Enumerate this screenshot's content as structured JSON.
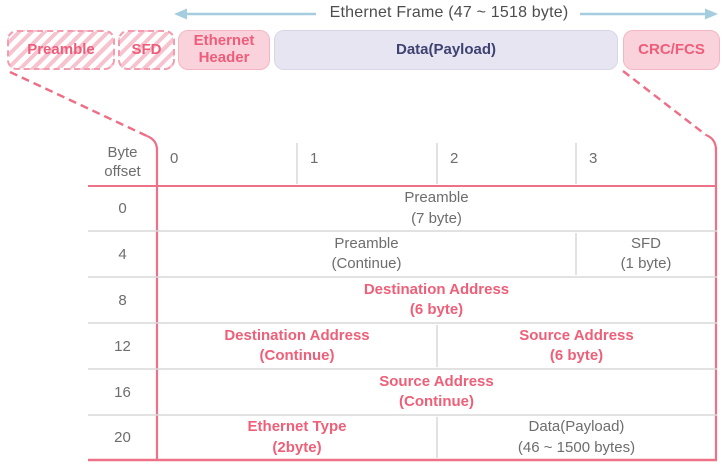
{
  "frame_label": "Ethernet Frame (47 ~ 1518 byte)",
  "colors": {
    "accent_pink": "#ee5d7a",
    "line_red": "#ed7287",
    "fill_pink": "#fad2db",
    "fill_lavender": "#e7e5f1",
    "navy_text": "#3e4273",
    "arrow_blue": "#a5cde0",
    "gray_text": "#6d6d6d",
    "gray_line": "#d8d8d8"
  },
  "bar": {
    "segments": [
      {
        "label": "Preamble",
        "style": "hatched"
      },
      {
        "label": "SFD",
        "style": "hatched"
      },
      {
        "label": "Ethernet Header",
        "style": "solidpink"
      },
      {
        "label": "Data(Payload)",
        "style": "lavender"
      },
      {
        "label": "CRC/FCS",
        "style": "solidpink"
      }
    ]
  },
  "table": {
    "corner": {
      "line1": "Byte",
      "line2": "offset"
    },
    "columns": [
      "0",
      "1",
      "2",
      "3"
    ],
    "rows": [
      {
        "offset": "0",
        "cells": [
          {
            "line1": "Preamble",
            "line2": "(7 byte)",
            "span": 4,
            "style": "gray"
          }
        ]
      },
      {
        "offset": "4",
        "cells": [
          {
            "line1": "Preamble",
            "line2": "(Continue)",
            "span": 3,
            "style": "gray"
          },
          {
            "line1": "SFD",
            "line2": "(1 byte)",
            "span": 1,
            "style": "gray"
          }
        ]
      },
      {
        "offset": "8",
        "cells": [
          {
            "line1": "Destination Address",
            "line2": "(6 byte)",
            "span": 4,
            "style": "pink"
          }
        ]
      },
      {
        "offset": "12",
        "cells": [
          {
            "line1": "Destination Address",
            "line2": "(Continue)",
            "span": 2,
            "style": "pink"
          },
          {
            "line1": "Source Address",
            "line2": "(6 byte)",
            "span": 2,
            "style": "pink"
          }
        ]
      },
      {
        "offset": "16",
        "cells": [
          {
            "line1": "Source Address",
            "line2": "(Continue)",
            "span": 4,
            "style": "pink"
          }
        ]
      },
      {
        "offset": "20",
        "cells": [
          {
            "line1": "Ethernet Type",
            "line2": "(2byte)",
            "span": 2,
            "style": "pink"
          },
          {
            "line1": "Data(Payload)",
            "line2": "(46 ~ 1500 bytes)",
            "span": 2,
            "style": "gray"
          }
        ]
      }
    ]
  }
}
